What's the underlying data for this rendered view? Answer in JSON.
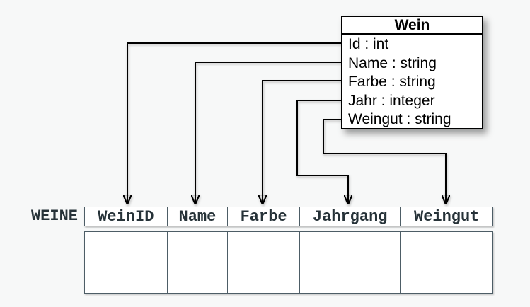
{
  "class_box": {
    "title": "Wein",
    "attributes": [
      "Id : int",
      "Name : string",
      "Farbe : string",
      "Jahr : integer",
      "Weingut : string"
    ]
  },
  "table": {
    "label": "WEINE",
    "columns": [
      "WeinID",
      "Name",
      "Farbe",
      "Jahrgang",
      "Weingut"
    ],
    "body_rows": 1,
    "body_cells_empty": true
  },
  "mappings": [
    {
      "from": "Id",
      "to": "WeinID"
    },
    {
      "from": "Name",
      "to": "Name"
    },
    {
      "from": "Farbe",
      "to": "Farbe"
    },
    {
      "from": "Jahr",
      "to": "Jahrgang"
    },
    {
      "from": "Weingut",
      "to": "Weingut"
    }
  ],
  "colors": {
    "background": "#f7f8f8",
    "arrow_line": "#000000",
    "box_border": "#000000",
    "box_background": "#ffffff",
    "table_text": "#263238",
    "table_border": "#4d5d66",
    "cell_background": "#ffffff"
  }
}
